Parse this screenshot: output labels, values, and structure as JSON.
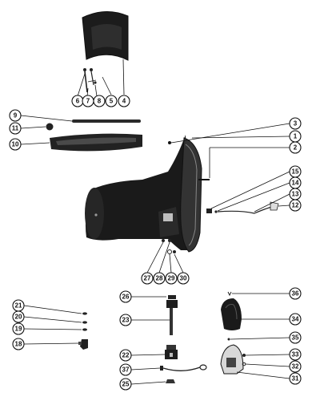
{
  "colors": {
    "ink": "#111111",
    "part_dark": "#1a1a1a",
    "part_mid": "#3a3a3a",
    "paper": "#ffffff"
  },
  "callouts": [
    {
      "label": "1"
    },
    {
      "label": "2"
    },
    {
      "label": "3"
    },
    {
      "label": "4"
    },
    {
      "label": "5"
    },
    {
      "label": "6"
    },
    {
      "label": "7"
    },
    {
      "label": "8"
    },
    {
      "label": "9"
    },
    {
      "label": "10"
    },
    {
      "label": "11"
    },
    {
      "label": "12"
    },
    {
      "label": "13"
    },
    {
      "label": "14"
    },
    {
      "label": "15"
    },
    {
      "label": "18"
    },
    {
      "label": "19"
    },
    {
      "label": "20"
    },
    {
      "label": "21"
    },
    {
      "label": "22"
    },
    {
      "label": "23"
    },
    {
      "label": "25"
    },
    {
      "label": "26"
    },
    {
      "label": "27"
    },
    {
      "label": "28"
    },
    {
      "label": "29"
    },
    {
      "label": "30"
    },
    {
      "label": "31"
    },
    {
      "label": "32"
    },
    {
      "label": "33"
    },
    {
      "label": "34"
    },
    {
      "label": "35"
    },
    {
      "label": "36"
    },
    {
      "label": "37"
    }
  ]
}
